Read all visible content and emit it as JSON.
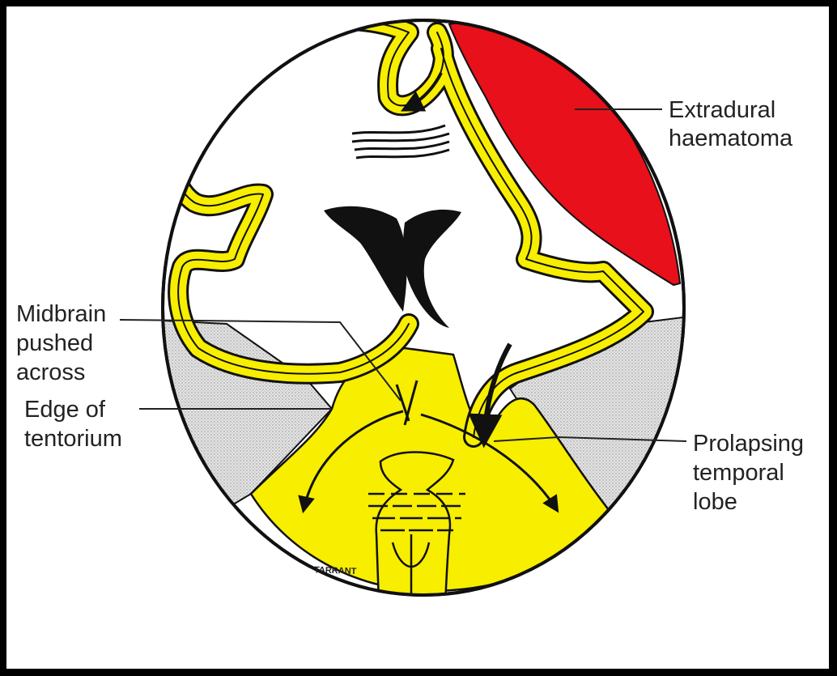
{
  "colors": {
    "background": "#000000",
    "paper": "#ffffff",
    "brain": "#f7ee00",
    "haematoma": "#e8101a",
    "ventricles": "#111111",
    "tentorium": "#d6d6d6",
    "outline": "#1a1a1a"
  },
  "labels": {
    "extradural": [
      "Extradural",
      "haematoma"
    ],
    "midbrain": [
      "Midbrain",
      "pushed",
      "across"
    ],
    "edge": [
      "Edge of",
      "tentorium"
    ],
    "prolapsing": [
      "Prolapsing",
      "temporal",
      "lobe"
    ]
  },
  "signature": "TARRANT"
}
